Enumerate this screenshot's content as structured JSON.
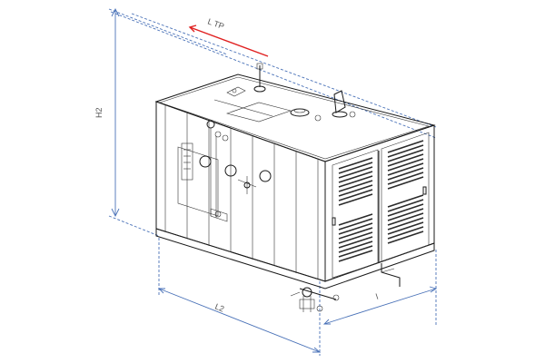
{
  "dimensions": {
    "top_length_label": "L TP",
    "height_label": "H2",
    "length_label": "L2",
    "width_label": "l"
  },
  "colors": {
    "dimension_line": "#4a72b8",
    "arrow_accent": "#e02020",
    "outline": "#1a1a1a",
    "louver": "#2a2a2a"
  }
}
